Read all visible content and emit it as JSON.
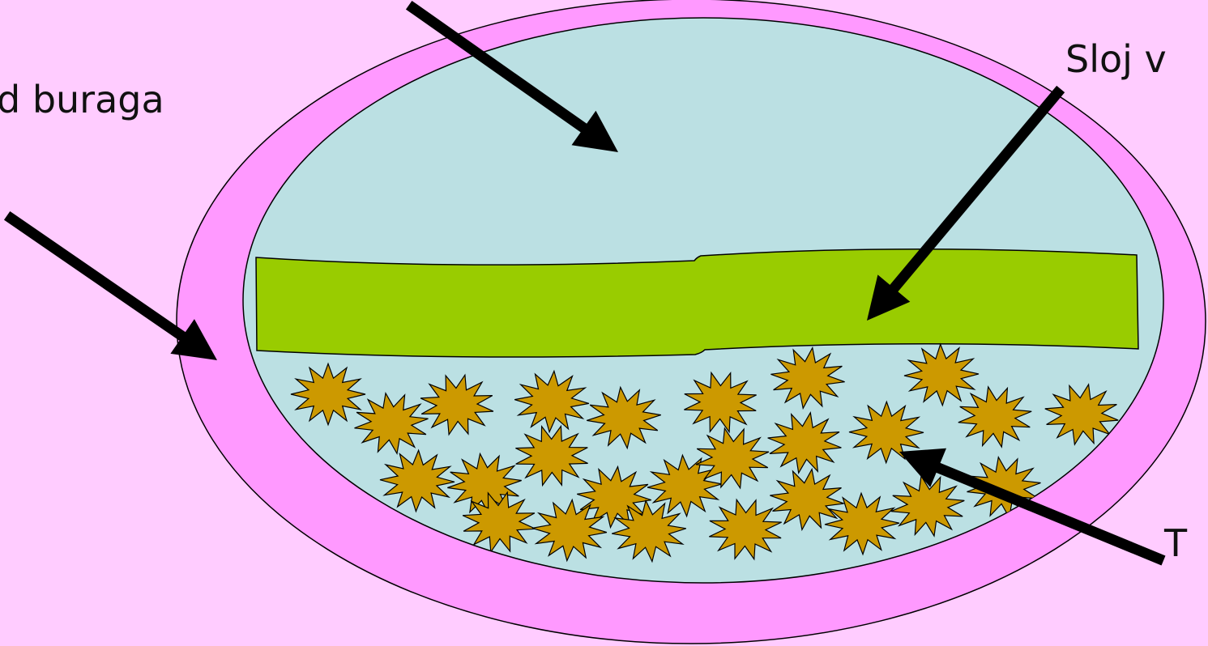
{
  "labels": {
    "wall": "d buraga",
    "layer": "Sloj v",
    "bottom": "T"
  },
  "colors": {
    "background": "#FFCCFF",
    "wall": "#FF99FF",
    "fluid": "#BBE0E3",
    "layer": "#99CC00",
    "particle": "#CC9900",
    "arrow": "#000000"
  },
  "icons": {
    "particle": "starburst-particle-icon",
    "arrow": "arrow-icon"
  }
}
